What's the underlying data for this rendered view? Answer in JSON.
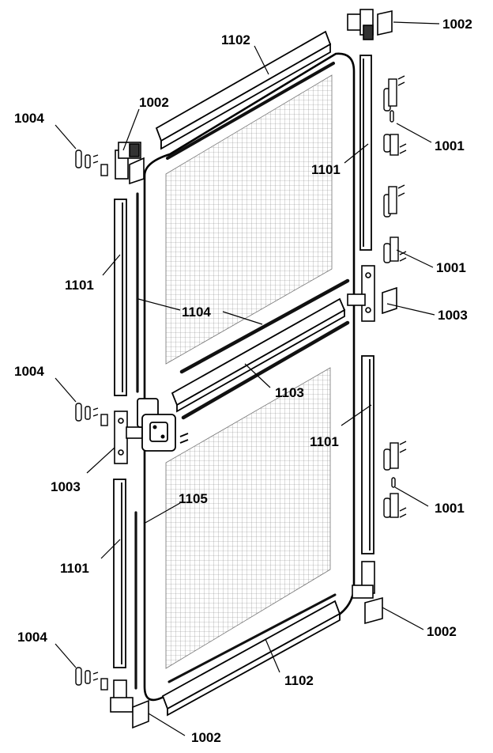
{
  "labels": {
    "l_1102_top": "1102",
    "l_1002_tr": "1002",
    "l_1004_a": "1004",
    "l_1002_tl": "1002",
    "l_1101_rt": "1101",
    "l_1001_a": "1001",
    "l_1101_lt": "1101",
    "l_1001_b": "1001",
    "l_1104": "1104",
    "l_1003_r": "1003",
    "l_1004_b": "1004",
    "l_1103": "1103",
    "l_1101_rb": "1101",
    "l_1003_l": "1003",
    "l_1105": "1105",
    "l_1001_c": "1001",
    "l_1101_lb": "1101",
    "l_1002_br": "1002",
    "l_1004_c": "1004",
    "l_1102_bot": "1102",
    "l_1002_bl": "1002"
  },
  "colors": {
    "line": "#000000",
    "mesh": "#8a8a8a",
    "part_fill": "#ffffff",
    "gasket": "#111111"
  }
}
